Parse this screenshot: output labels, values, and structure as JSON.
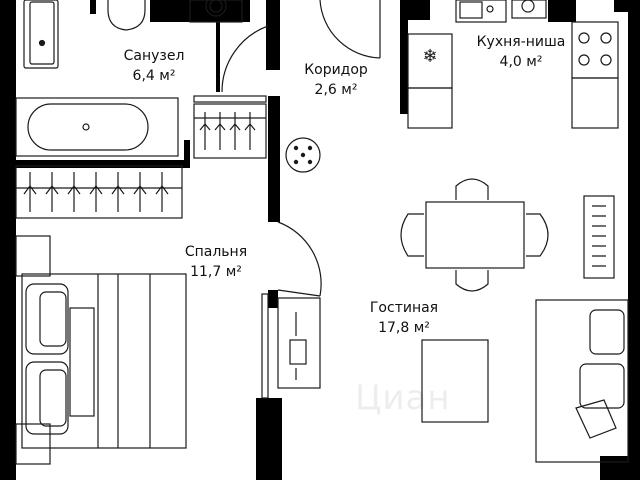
{
  "rooms": [
    {
      "id": "bathroom",
      "name": "Санузел",
      "area": "6,4 м²"
    },
    {
      "id": "corridor",
      "name": "Коридор",
      "area": "2,6 м²"
    },
    {
      "id": "kitchen",
      "name": "Кухня-ниша",
      "area": "4,0 м²"
    },
    {
      "id": "bedroom",
      "name": "Спальня",
      "area": "11,7 м²"
    },
    {
      "id": "living",
      "name": "Гостиная",
      "area": "17,8 м²"
    }
  ],
  "watermark": "Циан",
  "colors": {
    "wall": "#000000",
    "line": "#1a1a1a",
    "background": "#ffffff"
  }
}
